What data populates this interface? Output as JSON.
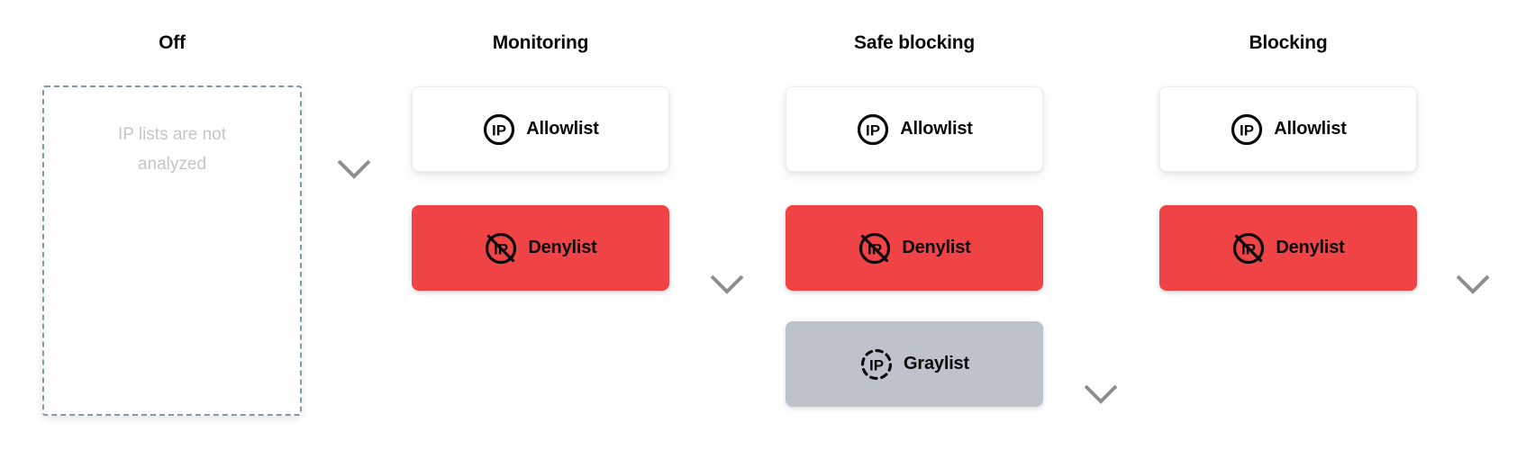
{
  "columns": [
    {
      "title": "Off",
      "empty_box": {
        "text": "IP lists are not analyzed"
      }
    },
    {
      "title": "Monitoring",
      "cards": [
        {
          "label": "Allowlist",
          "variant": "allowlist",
          "icon": "ip-circle-icon"
        },
        {
          "label": "Denylist",
          "variant": "denylist",
          "icon": "ip-crossed-icon"
        }
      ]
    },
    {
      "title": "Safe blocking",
      "cards": [
        {
          "label": "Allowlist",
          "variant": "allowlist",
          "icon": "ip-circle-icon"
        },
        {
          "label": "Denylist",
          "variant": "denylist",
          "icon": "ip-crossed-icon"
        },
        {
          "label": "Graylist",
          "variant": "graylist",
          "icon": "ip-dashed-icon"
        }
      ]
    },
    {
      "title": "Blocking",
      "cards": [
        {
          "label": "Allowlist",
          "variant": "allowlist",
          "icon": "ip-circle-icon"
        },
        {
          "label": "Denylist",
          "variant": "denylist",
          "icon": "ip-crossed-icon"
        }
      ]
    }
  ],
  "colors": {
    "denylist_bg": "#ef4345",
    "graylist_bg": "#bdc2cb",
    "allowlist_bg": "#ffffff",
    "card_border": "#edeef2",
    "label_text": "#0b0b0c",
    "empty_box_border": "#7e99a8",
    "empty_box_text": "#c5c5c5",
    "arrow_gradient_top": "#1a1a1a",
    "arrow_gradient_bottom": "#8e8e8e"
  }
}
